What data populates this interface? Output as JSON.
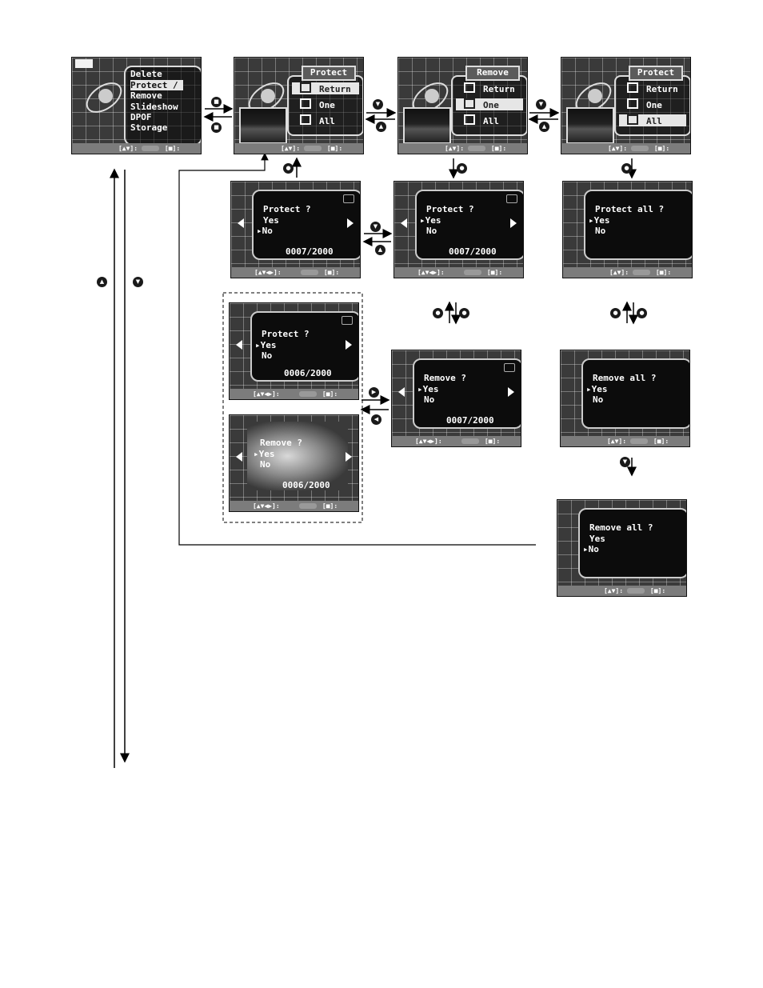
{
  "statusbar": {
    "left": "[▲▼]:",
    "left_lr": "[▲▼◀▶]:",
    "right": "[■]:"
  },
  "buttons": {
    "menu": "■",
    "up": "▲",
    "down": "▼",
    "ok": "●",
    "right": "▶",
    "left": "◀"
  },
  "main_menu": {
    "items": [
      {
        "label": "Delete",
        "selected": false
      },
      {
        "label": "Protect /",
        "selected": true
      },
      {
        "label": "Remove",
        "selected": false
      },
      {
        "label": "Slideshow",
        "selected": false
      },
      {
        "label": "DPOF",
        "selected": false
      },
      {
        "label": "Storage",
        "selected": false
      }
    ]
  },
  "submenus": {
    "protect_return": {
      "title": "Protect",
      "rows": [
        "Return",
        "One",
        "All"
      ],
      "selected": 0
    },
    "remove_one": {
      "title": "Remove",
      "rows": [
        "Return",
        "One",
        "All"
      ],
      "selected": 1
    },
    "protect_all": {
      "title": "Protect",
      "rows": [
        "Return",
        "One",
        "All"
      ],
      "selected": 2
    }
  },
  "dialogs": {
    "protect_no": {
      "question": "Protect ?",
      "yes": "Yes",
      "no": "No",
      "counter": "0007/2000"
    },
    "protect_yes": {
      "question": "Protect ?",
      "yes": "Yes",
      "no": "No",
      "counter": "0007/2000"
    },
    "protect_all": {
      "question": "Protect all ?",
      "yes": "Yes",
      "no": "No"
    },
    "protect_yes_6": {
      "question": "Protect ?",
      "yes": "Yes",
      "no": "No",
      "counter": "0006/2000"
    },
    "remove_photo": {
      "question": "Remove ?",
      "yes": "Yes",
      "no": "No",
      "counter": "0006/2000"
    },
    "remove_yes": {
      "question": "Remove ?",
      "yes": "Yes",
      "no": "No",
      "counter": "0007/2000"
    },
    "remove_all_yes": {
      "question": "Remove all ?",
      "yes": "Yes",
      "no": "No"
    },
    "remove_all_no": {
      "question": "Remove all ?",
      "yes": "Yes",
      "no": "No"
    }
  }
}
